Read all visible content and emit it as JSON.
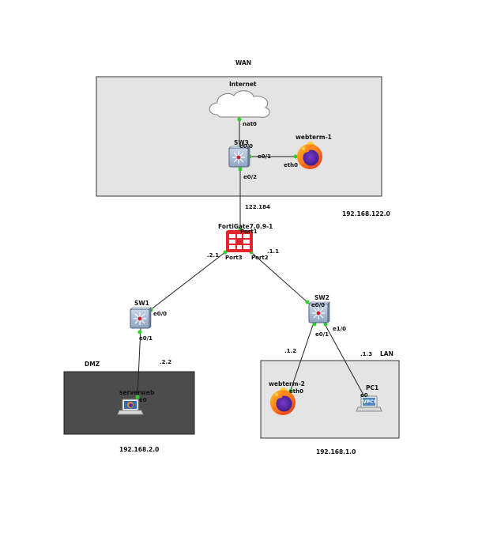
{
  "zones": {
    "wan": {
      "label": "WAN",
      "subnet": "192.168.122.0"
    },
    "dmz": {
      "label": "DMZ",
      "subnet": "192.168.2.0"
    },
    "lan": {
      "label": "LAN",
      "subnet": "192.168.1.0"
    }
  },
  "nodes": {
    "internet": {
      "label": "Internet"
    },
    "sw3": {
      "label": "SW3"
    },
    "webterm1": {
      "label": "webterm-1"
    },
    "fortigate": {
      "label": "FortiGate7.0.9-1"
    },
    "sw1": {
      "label": "SW1"
    },
    "sw2": {
      "label": "SW2"
    },
    "serverweb": {
      "label": "serverweb"
    },
    "webterm2": {
      "label": "webterm-2"
    },
    "pc1": {
      "label": "PC1",
      "badge": "VPCS"
    }
  },
  "interfaces": {
    "internet_nat0": "nat0",
    "sw3_e0_0": "e0/0",
    "sw3_e0_1": "e0/1",
    "sw3_e0_2": "e0/2",
    "webterm1_eth0": "eth0",
    "fg_port1": "Port1",
    "fg_port2": "Port2",
    "fg_port3": "Port3",
    "sw1_e0_0": "e0/0",
    "sw1_e0_1": "e0/1",
    "serverweb_e0": "e0",
    "sw2_e0_0": "e0/0",
    "sw2_e0_1": "e0/1",
    "sw2_e1_0": "e1/0",
    "webterm2_eth0": "eth0",
    "pc1_e0": "e0"
  },
  "addresses": {
    "fg_wan": "122.184",
    "fg_lan": ".1.1",
    "fg_dmz": ".2.1",
    "serverweb": ".2.2",
    "webterm2": ".1.2",
    "pc1": ".1.3"
  },
  "colors": {
    "zone_light": "#e4e4e4",
    "zone_dark": "#4c4c4c",
    "link": "#222222",
    "port_dot": "#2bd12b",
    "switch_fill": "#aebfd6",
    "fortigate_red": "#e3262b",
    "cloud_fill": "#ffffff"
  }
}
